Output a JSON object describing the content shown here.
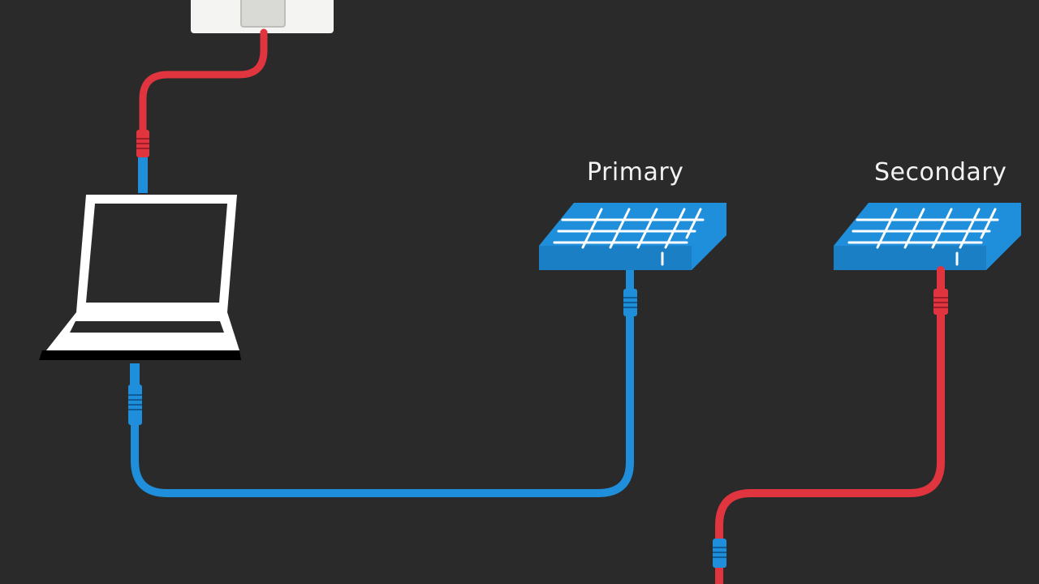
{
  "colors": {
    "background": "#2a2a2a",
    "cable_red": "#e0343f",
    "cable_blue": "#1f8fdb",
    "device_blue": "#1f8fdb",
    "laptop_white": "#ffffff",
    "label_text": "#f2f2f2"
  },
  "devices": {
    "primary": {
      "label": "Primary",
      "icon": "switch-icon",
      "cable": "blue"
    },
    "secondary": {
      "label": "Secondary",
      "icon": "switch-icon",
      "cable": "red"
    },
    "laptop": {
      "icon": "laptop-icon"
    },
    "wall_outlet": {
      "icon": "wall-jack-icon"
    }
  }
}
